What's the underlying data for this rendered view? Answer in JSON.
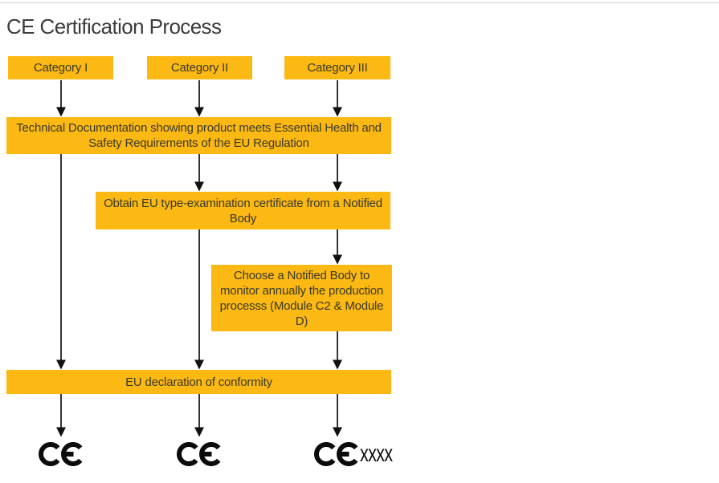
{
  "title": "CE Certification Process",
  "categories": [
    {
      "label": "Category I"
    },
    {
      "label": "Category II"
    },
    {
      "label": "Category III"
    }
  ],
  "steps": {
    "technical_documentation": "Technical Documentation showing product meets Essential Health and Safety Requirements of the EU Regulation",
    "type_examination": "Obtain EU type-examination certificate from a Notified Body",
    "notified_body_monitoring": "Choose a Notified Body to monitor annually the production processs (Module C2 & Module D)",
    "eu_declaration": "EU declaration of conformity"
  },
  "ce_marks": [
    {
      "suffix": ""
    },
    {
      "suffix": ""
    },
    {
      "suffix": "xxxx"
    }
  ],
  "colors": {
    "box_fill": "#FCB813",
    "box_text": "#3A3A28",
    "title_text": "#3C3C3B",
    "arrow": "#111111",
    "ce_mark": "#0B0B0B"
  }
}
